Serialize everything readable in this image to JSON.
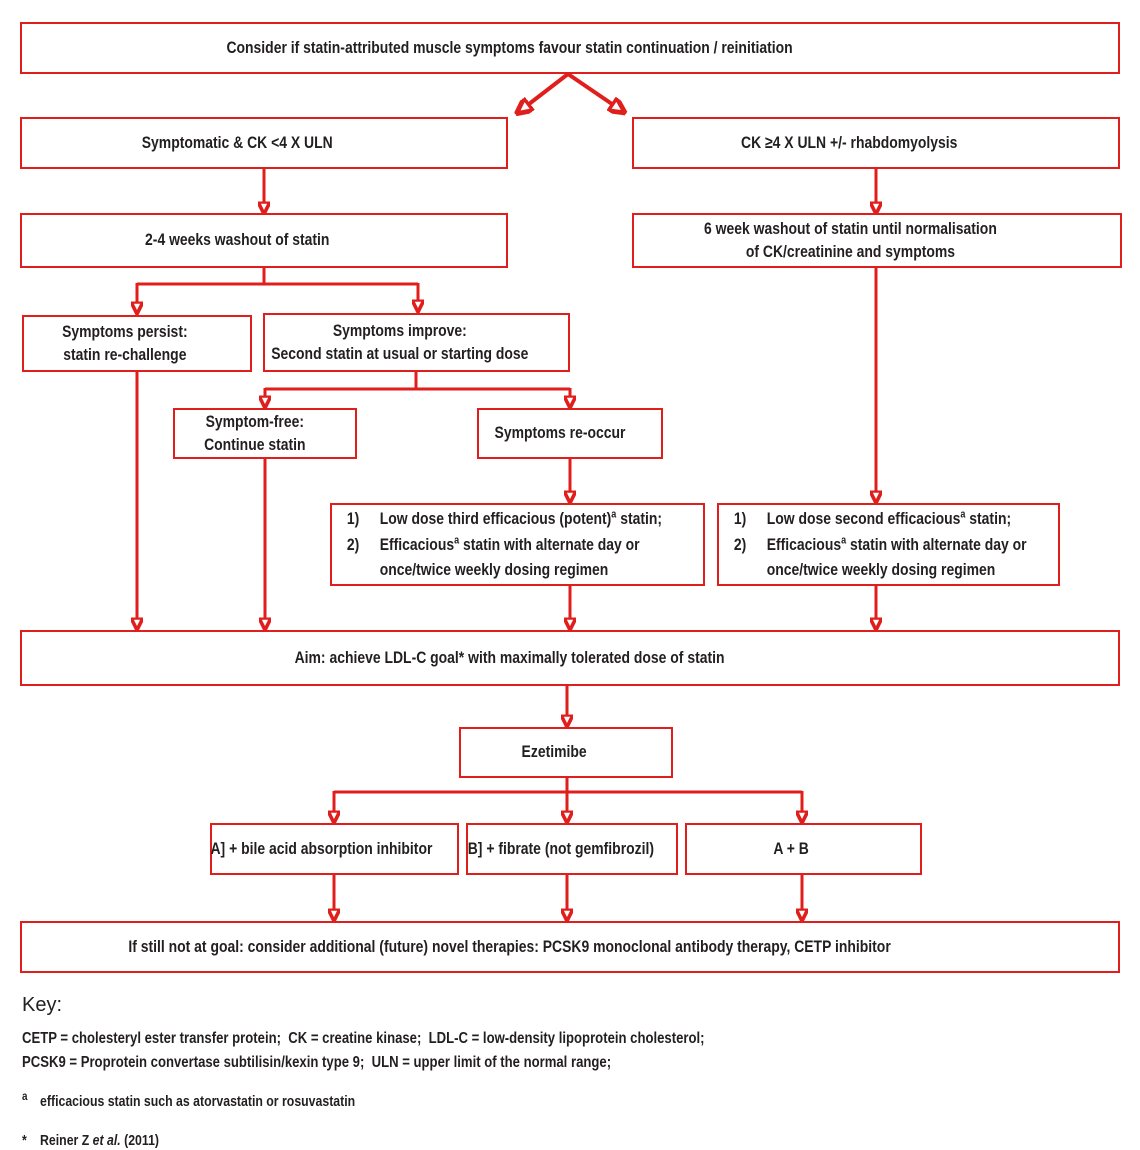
{
  "figure": {
    "accent_red": "#e01e1c",
    "text_color": "#231f20",
    "background": "#ffffff"
  },
  "nodes": {
    "consider": {
      "label": "Consider if statin-attributed muscle symptoms favour statin continuation / reinitiation"
    },
    "symptomatic_ck": {
      "label": "Symptomatic & CK <4 X ULN"
    },
    "ck_uln": {
      "label": "CK ≥4 X ULN +/- rhabdomyolysis"
    },
    "washout_24": {
      "label": "2-4 weeks washout of statin"
    },
    "washout_6": {
      "line1": "6 week washout of statin until normalisation",
      "line2": "of CK/creatinine and symptoms"
    },
    "persist": {
      "line1": "Symptoms persist:",
      "line2": "statin re-challenge"
    },
    "improve": {
      "line1": "Symptoms improve:",
      "line2": "Second statin at usual or starting dose"
    },
    "symptom_free": {
      "line1": "Symptom-free:",
      "line2": "Continue statin"
    },
    "reoccur": {
      "label": "Symptoms re-occur"
    },
    "third_statin": {
      "item1": {
        "num": "1)",
        "text": "Low dose third efficacious (potent)",
        "sup": "a",
        "tail": " statin;"
      },
      "item2": {
        "num": "2)",
        "text": "Efficacious",
        "sup": "a",
        "tail": " statin with alternate day or once/twice weekly dosing regimen"
      }
    },
    "second_statin": {
      "item1": {
        "num": "1)",
        "text": "Low dose second efficacious",
        "sup": "a",
        "tail": " statin;"
      },
      "item2": {
        "num": "2)",
        "text": "Efficacious",
        "sup": "a",
        "tail": " statin with alternate day or once/twice weekly dosing regimen"
      }
    },
    "aim": {
      "label": "Aim: achieve LDL-C goal* with maximally tolerated dose of statin"
    },
    "ezetimibe": {
      "label": "Ezetimibe"
    },
    "option_a": {
      "label": "A] + bile acid absorption inhibitor"
    },
    "option_b": {
      "label": "B] + fibrate (not gemfibrozil)"
    },
    "option_ab": {
      "label": "A + B"
    },
    "final": {
      "label": "If still not at goal: consider additional (future) novel therapies: PCSK9 monoclonal antibody therapy, CETP inhibitor"
    }
  },
  "key": {
    "heading": "Key:",
    "line1": "CETP = cholesteryl ester transfer protein;  CK = creatine kinase;  LDL-C = low-density lipoprotein cholesterol;",
    "line2": "PCSK9 = Proprotein convertase subtilisin/kexin type 9;  ULN = upper limit of the normal range;",
    "footnote_a": {
      "marker": "a",
      "text": "efficacious statin such as atorvastatin or rosuvastatin"
    },
    "footnote_star": {
      "marker": "*",
      "pre": "Reiner Z ",
      "italic": "et al.",
      "post": " (2011)"
    }
  }
}
